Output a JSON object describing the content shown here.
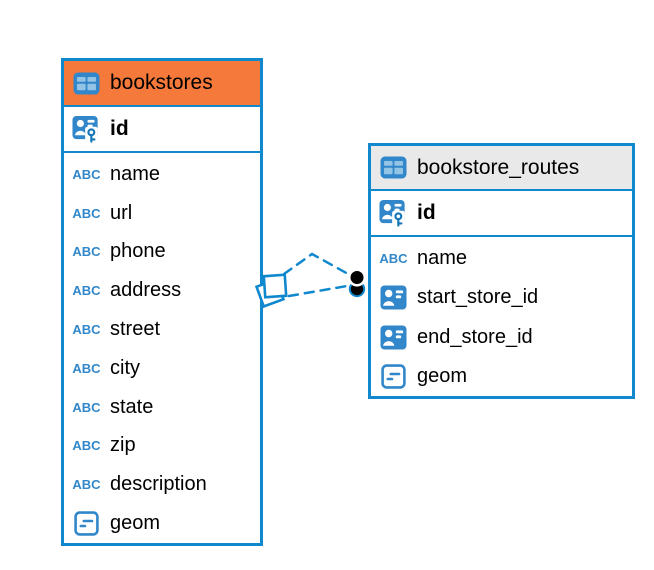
{
  "colors": {
    "accent_blue": "#1088CE",
    "icon_blue": "#3187C9",
    "bookstores_header": "#F5793B",
    "routes_header": "#E9E9E9",
    "text": "#000000",
    "relationship_dot": "#000000"
  },
  "icons": {
    "abc_label": "ABC"
  },
  "tables": [
    {
      "name": "bookstores",
      "header_style": "orange",
      "columns": [
        {
          "name": "id",
          "type_icon": "pk-user-key-icon",
          "primary_key": true
        },
        {
          "name": "name",
          "type_icon": "text-abc-icon"
        },
        {
          "name": "url",
          "type_icon": "text-abc-icon"
        },
        {
          "name": "phone",
          "type_icon": "text-abc-icon"
        },
        {
          "name": "address",
          "type_icon": "text-abc-icon"
        },
        {
          "name": "street",
          "type_icon": "text-abc-icon"
        },
        {
          "name": "city",
          "type_icon": "text-abc-icon"
        },
        {
          "name": "state",
          "type_icon": "text-abc-icon"
        },
        {
          "name": "zip",
          "type_icon": "text-abc-icon"
        },
        {
          "name": "description",
          "type_icon": "text-abc-icon"
        },
        {
          "name": "geom",
          "type_icon": "geometry-icon"
        }
      ]
    },
    {
      "name": "bookstore_routes",
      "header_style": "gray",
      "columns": [
        {
          "name": "id",
          "type_icon": "pk-user-key-icon",
          "primary_key": true
        },
        {
          "name": "name",
          "type_icon": "text-abc-icon"
        },
        {
          "name": "start_store_id",
          "type_icon": "fk-user-icon"
        },
        {
          "name": "end_store_id",
          "type_icon": "fk-user-icon"
        },
        {
          "name": "geom",
          "type_icon": "geometry-icon"
        }
      ]
    }
  ],
  "relationship": {
    "from_table": "bookstores",
    "to_table": "bookstore_routes",
    "line_style": "dashed"
  }
}
